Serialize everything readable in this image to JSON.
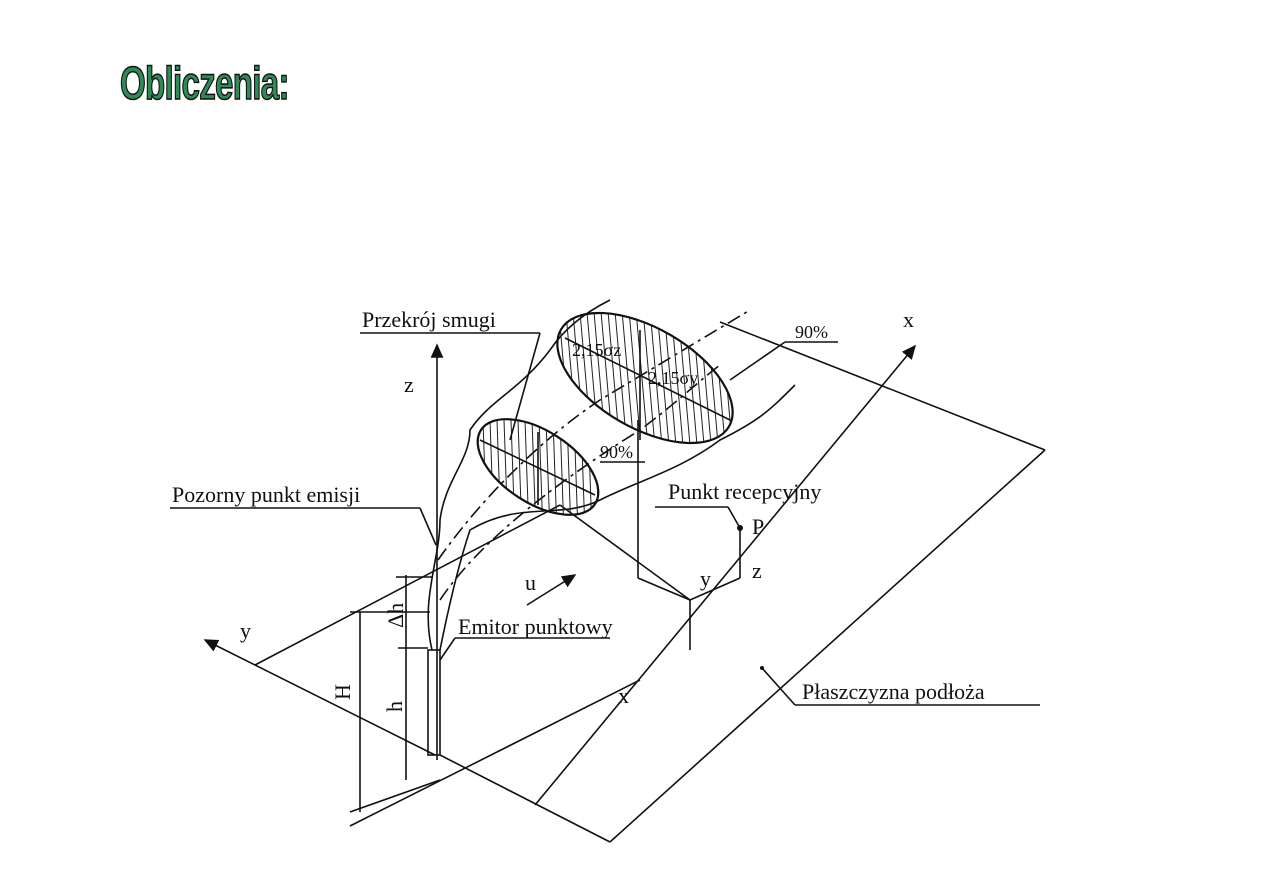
{
  "title": "Obliczenia:",
  "diagram": {
    "labels": {
      "cross_section": "Przekrój smugi",
      "z_axis": "z",
      "sigma_z": "2,15σz",
      "sigma_y": "2,15σy",
      "pct_big": "90%",
      "pct_small": "90%",
      "x_axis": "x",
      "apparent_emission": "Pozorny punkt emisji",
      "receptor": "Punkt recepcyjny",
      "point_p": "P",
      "receptor_y": "y",
      "receptor_z": "z",
      "wind": "u",
      "y_axis": "y",
      "delta_h": "Δh",
      "emitter": "Emitor punktowy",
      "H": "H",
      "h": "h",
      "x_distance": "x",
      "ground": "Płaszczyzna podłoża"
    }
  }
}
